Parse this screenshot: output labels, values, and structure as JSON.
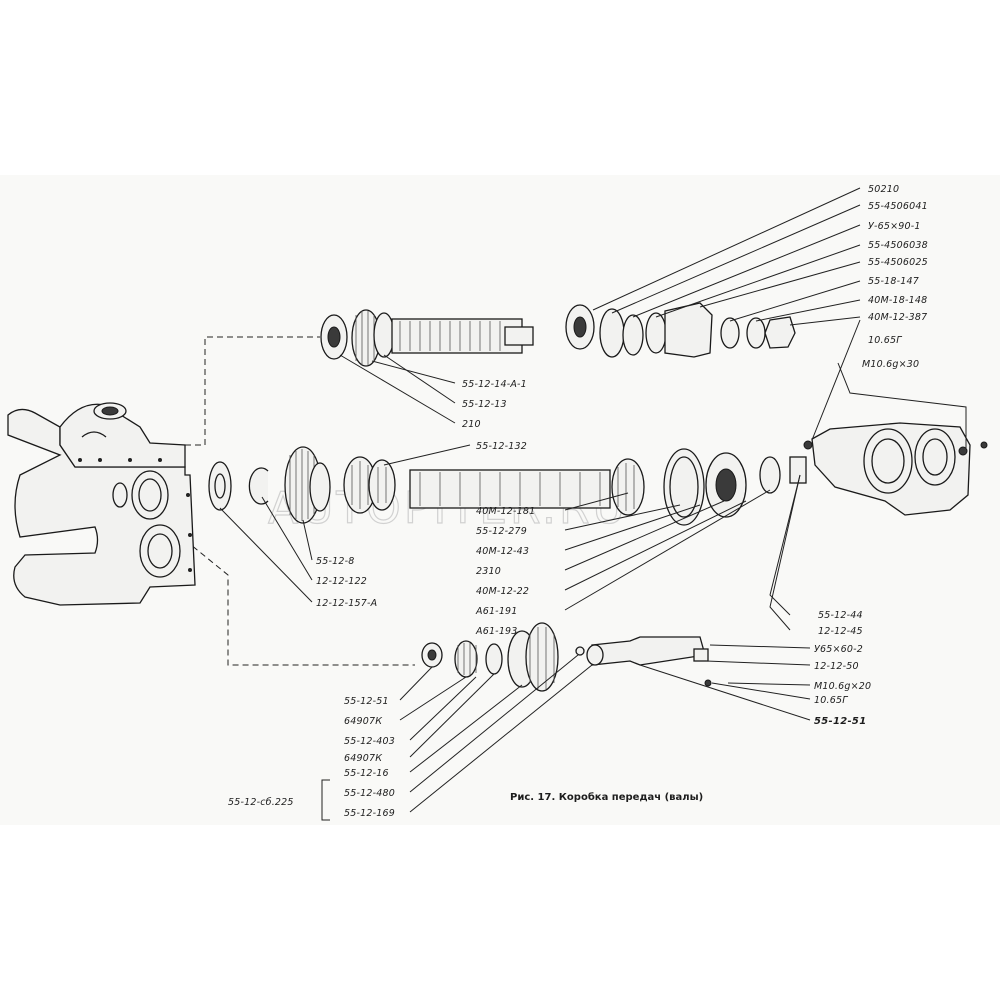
{
  "caption": "Рис. 17. Коробка передач (валы)",
  "watermark": "AUTOPITER.RU",
  "group_label": "55-12-сб.225",
  "labels": {
    "l50210": "50210",
    "l4506041": "55-4506041",
    "lU6590": "У-65×90-1",
    "l4506038": "55-4506038",
    "l4506025": "55-4506025",
    "l18147": "55-18-147",
    "l40M18148": "40М-18-148",
    "l40M12387": "40М-12-387",
    "l1065G_top": "10.65Г",
    "lM10x30": "М10.6g×30",
    "l1214A1": "55-12-14-А-1",
    "l1213": "55-12-13",
    "l210": "210",
    "l12132": "55-12-132",
    "l40M12181": "40М-12-181",
    "l12279": "55-12-279",
    "l40M1243": "40М-12-43",
    "l2310": "2310",
    "l40M1222": "40М-12-22",
    "lA61191": "А61-191",
    "lA61193": "А61-193",
    "l128": "55-12-8",
    "l12122": "12-12-122",
    "l12157A": "12-12-157-А",
    "l1244": "55-12-44",
    "l1245": "12-12-45",
    "lU6560": "У65×60-2",
    "l1250": "12-12-50",
    "lM10x20": "М10.6g×20",
    "l1065G_bot": "10.65Г",
    "l1251r": "55-12-51",
    "l1251l": "55-12-51",
    "l64907a": "64907К",
    "l12403": "55-12-403",
    "l64907b": "64907К",
    "l1216": "55-12-16",
    "l12480": "55-12-480",
    "l12169": "55-12-169"
  }
}
